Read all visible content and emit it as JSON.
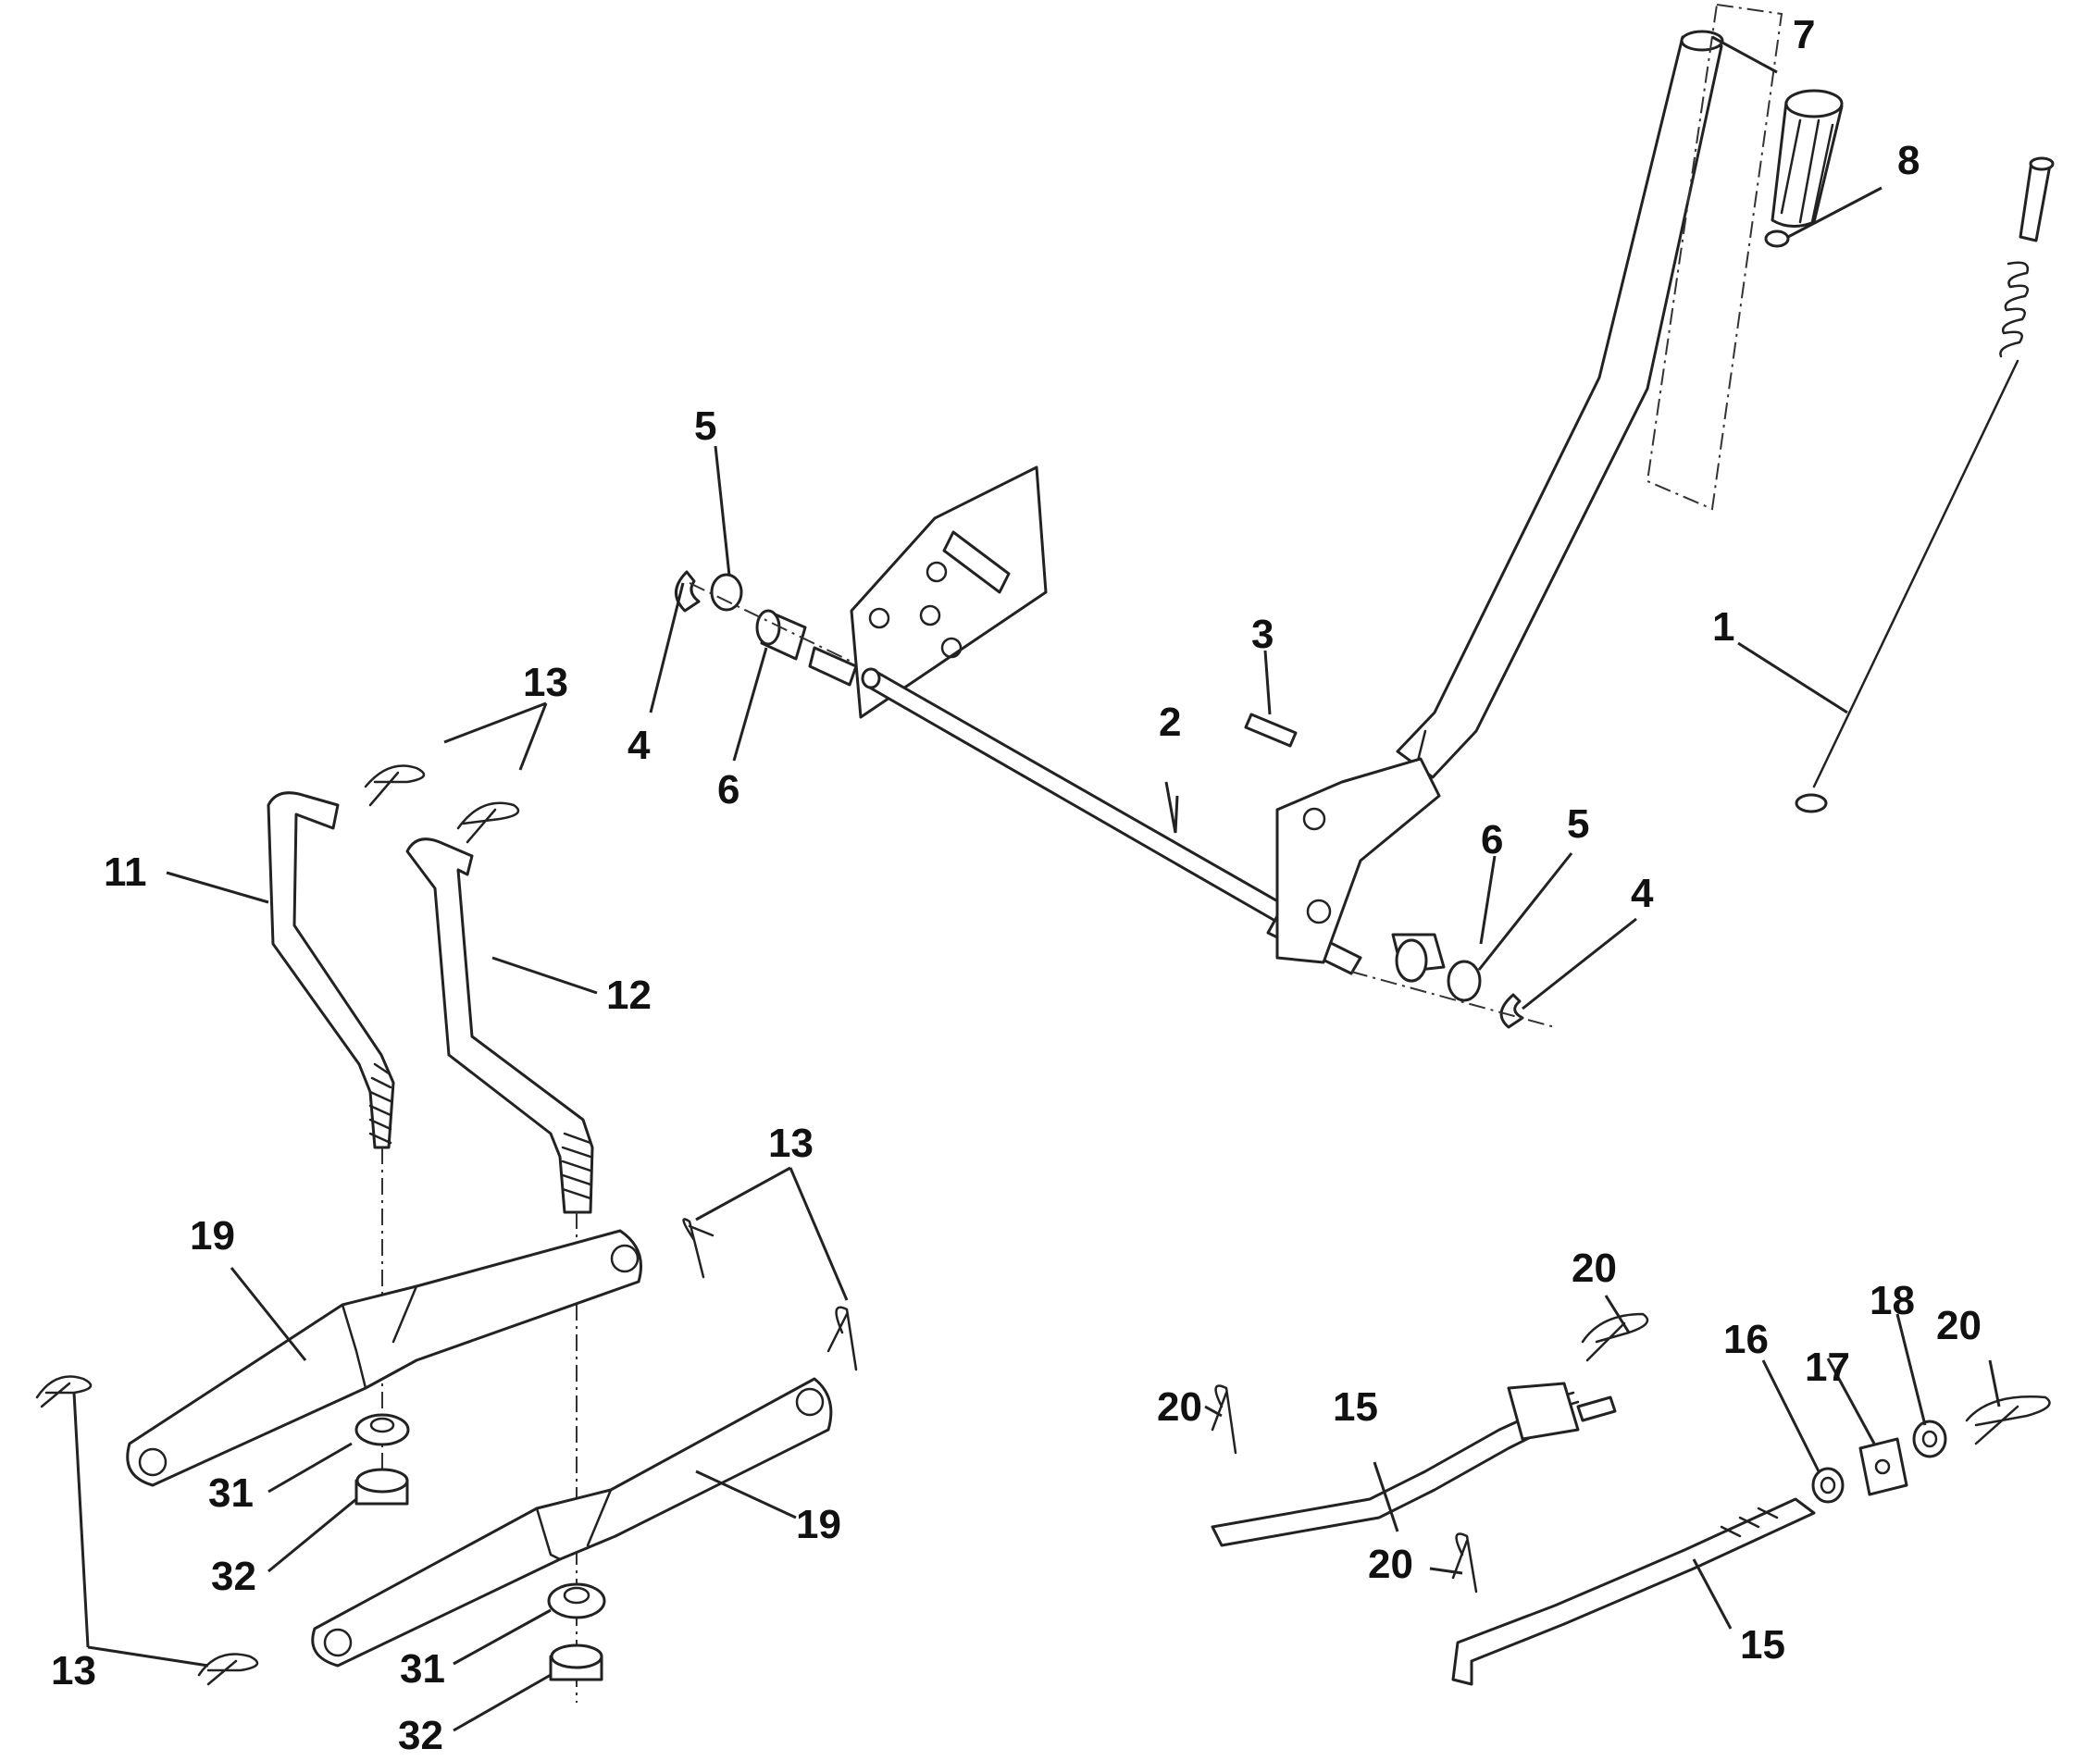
{
  "diagram": {
    "callouts": {
      "c1": "1",
      "c2": "2",
      "c3": "3",
      "c4a": "4",
      "c4b": "4",
      "c5a": "5",
      "c5b": "5",
      "c6a": "6",
      "c6b": "6",
      "c7": "7",
      "c8": "8",
      "c11": "11",
      "c12": "12",
      "c13a": "13",
      "c13b": "13",
      "c13c": "13",
      "c15a": "15",
      "c15b": "15",
      "c16": "16",
      "c17": "17",
      "c18": "18",
      "c19a": "19",
      "c19b": "19",
      "c20a": "20",
      "c20b": "20",
      "c20c": "20",
      "c31a": "31",
      "c31b": "31",
      "c32a": "32",
      "c32b": "32"
    }
  }
}
